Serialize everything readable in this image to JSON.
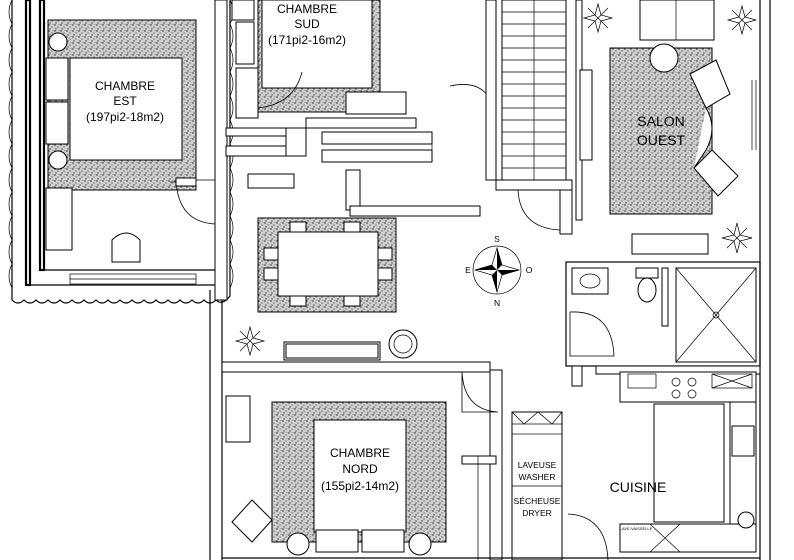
{
  "rooms": {
    "chambre_est": {
      "name": "CHAMBRE\nEST",
      "line1": "CHAMBRE",
      "line2": "EST",
      "area": "(197pi2-18m2)"
    },
    "chambre_sud": {
      "line1": "CHAMBRE",
      "line2": "SUD",
      "area": "(171pi2-16m2)"
    },
    "salon_ouest": {
      "line1": "SALON",
      "line2": "OUEST"
    },
    "chambre_nord": {
      "line1": "CHAMBRE",
      "line2": "NORD",
      "area": "(155pi2-14m2)"
    },
    "cuisine": {
      "name": "CUISINE"
    },
    "laundry": {
      "line1": "LAVEUSE",
      "line2": "WASHER",
      "line3": "SÉCHEUSE",
      "line4": "DRYER"
    }
  },
  "compass": {
    "n": "N",
    "s": "S",
    "e": "E",
    "o": "O"
  },
  "appliance_tag": "LAVE-VAISSELLE"
}
